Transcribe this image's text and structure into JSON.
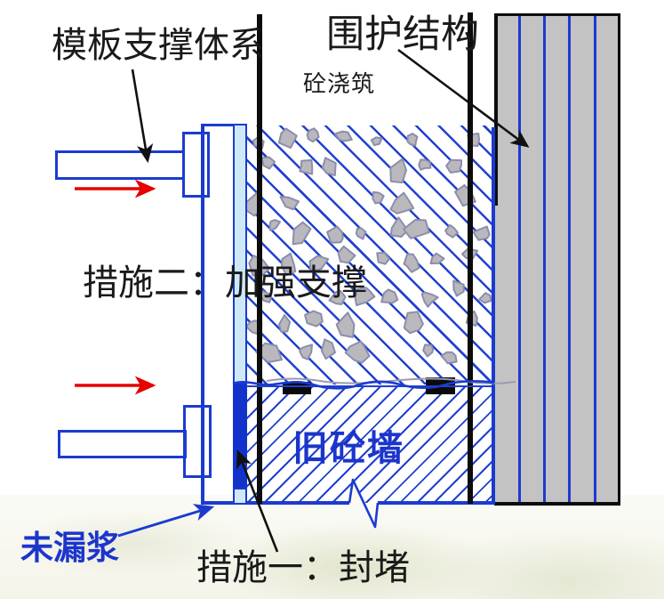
{
  "diagram": {
    "labels": {
      "formwork_support": "模板支撑体系",
      "enclosure": "围护结构",
      "concrete_pouring": "砼浇筑",
      "measure_two": "措施二：加强支撑",
      "old_concrete_wall": "旧砼墙",
      "no_grout_leak": "未漏浆",
      "measure_one": "措施一：封堵"
    },
    "colors": {
      "line_blue": "#1b3bd0",
      "dark_blue_seal_fill": "#1133cc",
      "light_blue_form_face": "#cfe8f8",
      "wall_gray": "#c3c3c3",
      "stone_fill": "#b9b9bd",
      "stone_outline": "#8d8dac",
      "arrow_red": "#e60000",
      "arrow_black": "#111111",
      "text_black": "#1a1a1a"
    }
  }
}
